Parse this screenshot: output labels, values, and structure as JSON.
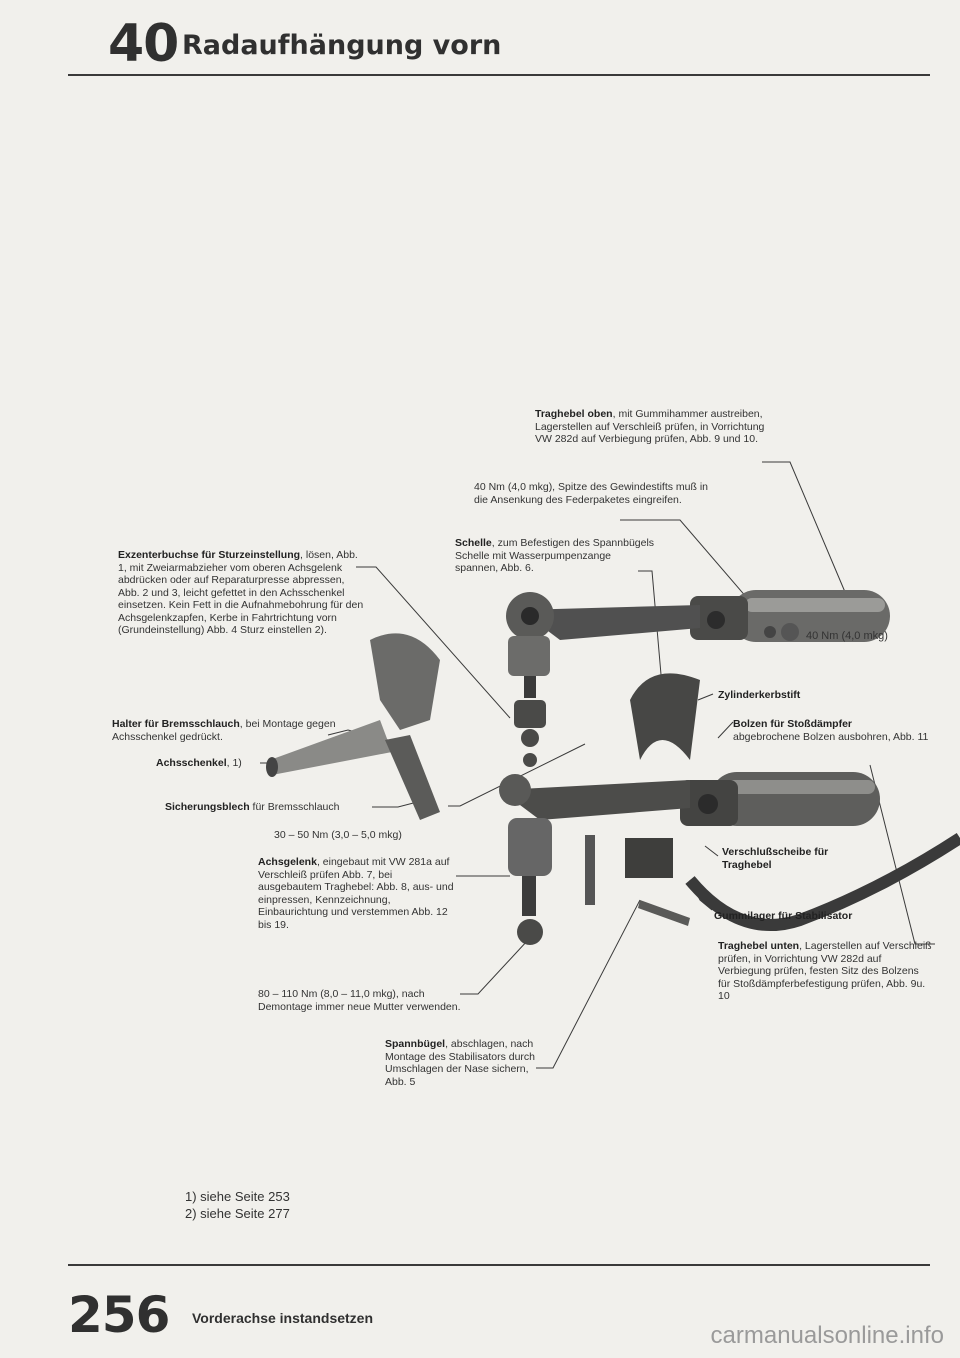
{
  "header": {
    "chapter": "40",
    "title": "Radaufhängung vorn"
  },
  "callouts": {
    "traghebel_oben": {
      "bold": "Traghebel oben",
      "text": ", mit Gummihammer austreiben, Lagerstellen auf Verschleiß prüfen, in Vorrichtung VW 282d auf Verbiegung prüfen, Abb. 9 und 10."
    },
    "nm40_spitze": {
      "text": "40 Nm (4,0 mkg), Spitze des Gewindestifts muß in die Ansenkung des Federpaketes eingreifen."
    },
    "schelle": {
      "bold": "Schelle",
      "text": ", zum Befestigen des Spannbügels Schelle mit Wasserpumpenzange spannen, Abb. 6."
    },
    "exzenter": {
      "bold": "Exzenterbuchse für Sturzeinstellung",
      "text": ", lösen, Abb. 1, mit Zweiarmabzieher vom oberen Achsgelenk abdrücken oder auf Reparaturpresse abpressen, Abb. 2 und 3, leicht gefettet in den Achsschenkel einsetzen. Kein Fett in die Aufnahmebohrung für den Achsgelenkzapfen, Kerbe in Fahrtrichtung vorn (Grundeinstellung) Abb. 4 Sturz einstellen 2)."
    },
    "nm40": {
      "text": "40 Nm (4,0 mkg)"
    },
    "zylinderkerbstift": {
      "bold": "Zylinderkerbstift"
    },
    "halter": {
      "bold": "Halter für Bremsschlauch",
      "text": ", bei Montage gegen Achsschenkel gedrückt."
    },
    "bolzen": {
      "bold": "Bolzen für Stoßdämpfer",
      "text": "abgebrochene Bolzen ausbohren, Abb. 11"
    },
    "achsschenkel": {
      "bold": "Achsschenkel",
      "text": ", 1)"
    },
    "sicherungsblech": {
      "bold": "Sicherungsblech",
      "text": " für Bremsschlauch"
    },
    "nm30_50": {
      "text": "30 – 50 Nm (3,0 – 5,0 mkg)"
    },
    "verschluss": {
      "bold": "Verschlußscheibe für Traghebel"
    },
    "achsgelenk": {
      "bold": "Achsgelenk",
      "text": ", eingebaut mit VW 281a auf Verschleiß prüfen Abb. 7, bei ausgebautem Traghebel: Abb. 8, aus- und einpressen, Kennzeichnung, Einbaurichtung und verstemmen Abb. 12 bis 19."
    },
    "gummilager": {
      "bold": "Gummilager für Stabilisator"
    },
    "traghebel_unten": {
      "bold": "Traghebel unten",
      "text": ", Lagerstellen auf Verschleiß prüfen, in Vorrichtung VW 282d auf Verbiegung prüfen, festen Sitz des Bolzens für Stoßdämpferbefestigung prüfen, Abb. 9u. 10"
    },
    "nm80_110": {
      "text": "80 – 110 Nm (8,0 – 11,0 mkg), nach Demontage immer neue Mutter verwenden."
    },
    "spannbuegel": {
      "bold": "Spannbügel",
      "text": ", abschlagen, nach Montage des Stabilisators durch Umschlagen der Nase sichern, Abb. 5"
    }
  },
  "footnotes": [
    "1) siehe Seite 253",
    "2) siehe Seite 277"
  ],
  "footer": {
    "page": "256",
    "title": "Vorderachse instandsetzen"
  },
  "watermark": "carmanualsonline.info"
}
